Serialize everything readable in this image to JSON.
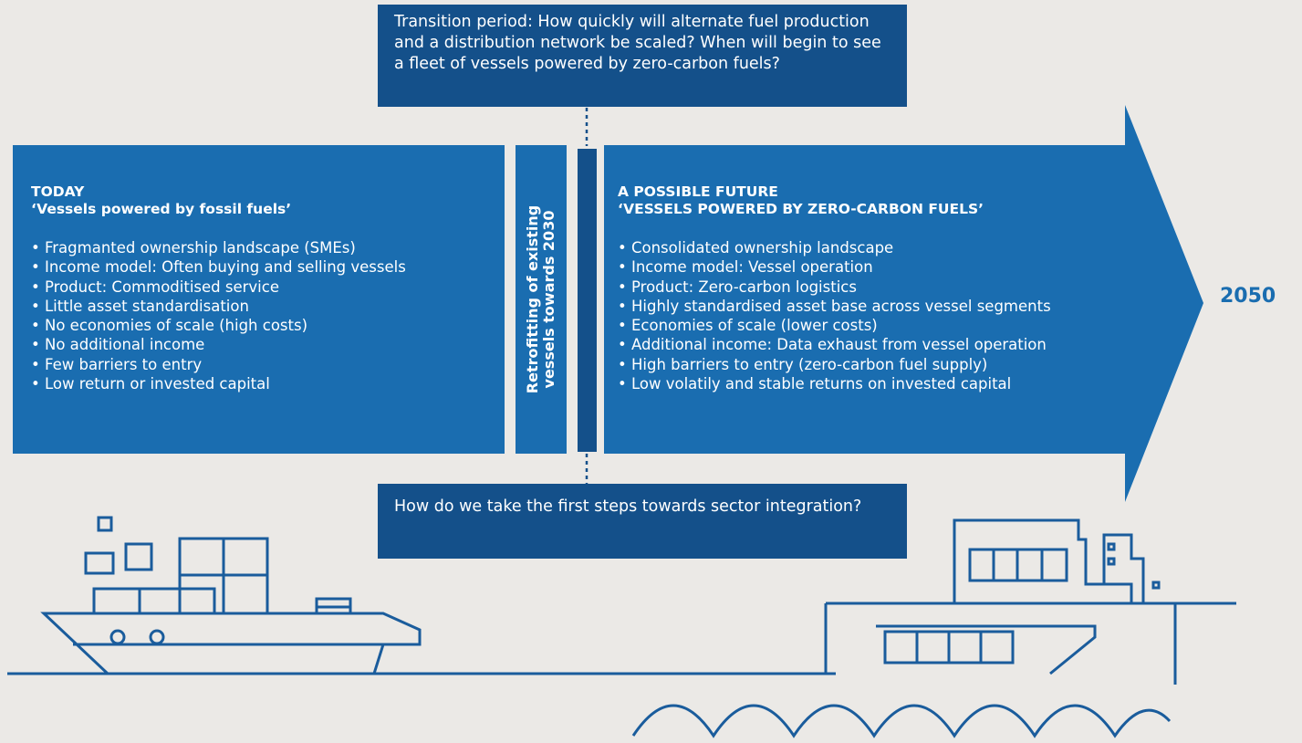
{
  "colors": {
    "background": "#ebe9e6",
    "dark_blue": "#14508a",
    "mid_blue": "#1a6db0",
    "line": "#1a5c9c"
  },
  "transition_question": "Transition period: How quickly will alternate fuel production and a distribution network be scaled? When will begin to see a fleet of vessels powered by zero-carbon fuels?",
  "sector_question": "How do we take the first steps towards sector integration?",
  "today": {
    "label": "TODAY",
    "subtitle": "‘Vessels powered by fossil fuels’",
    "points": [
      "Fragmanted ownership landscape (SMEs)",
      "Income model: Often buying and selling vessels",
      "Product: Commoditised service",
      "Little asset standardisation",
      "No economies of scale (high costs)",
      "No additional income",
      "Few barriers to entry",
      "Low return or invested capital"
    ]
  },
  "retrofit": {
    "line1": "Retrofitting of existing",
    "line2": "vessels towards 2030"
  },
  "future": {
    "label": "A POSSIBLE FUTURE",
    "subtitle": "‘VESSELS POWERED BY ZERO-CARBON FUELS’",
    "points": [
      "Consolidated ownership landscape",
      "Income model: Vessel operation",
      "Product: Zero-carbon logistics",
      "Highly standardised asset base across vessel segments",
      "Economies of scale (lower costs)",
      "Additional income: Data exhaust from vessel operation",
      "High barriers to entry (zero-carbon fuel supply)",
      "Low volatily and stable returns on invested capital"
    ]
  },
  "year": "2050",
  "icons": {
    "left_ship": "container-ship-icon",
    "right_ship": "zero-carbon-ship-icon",
    "waves": "waves-icon"
  }
}
